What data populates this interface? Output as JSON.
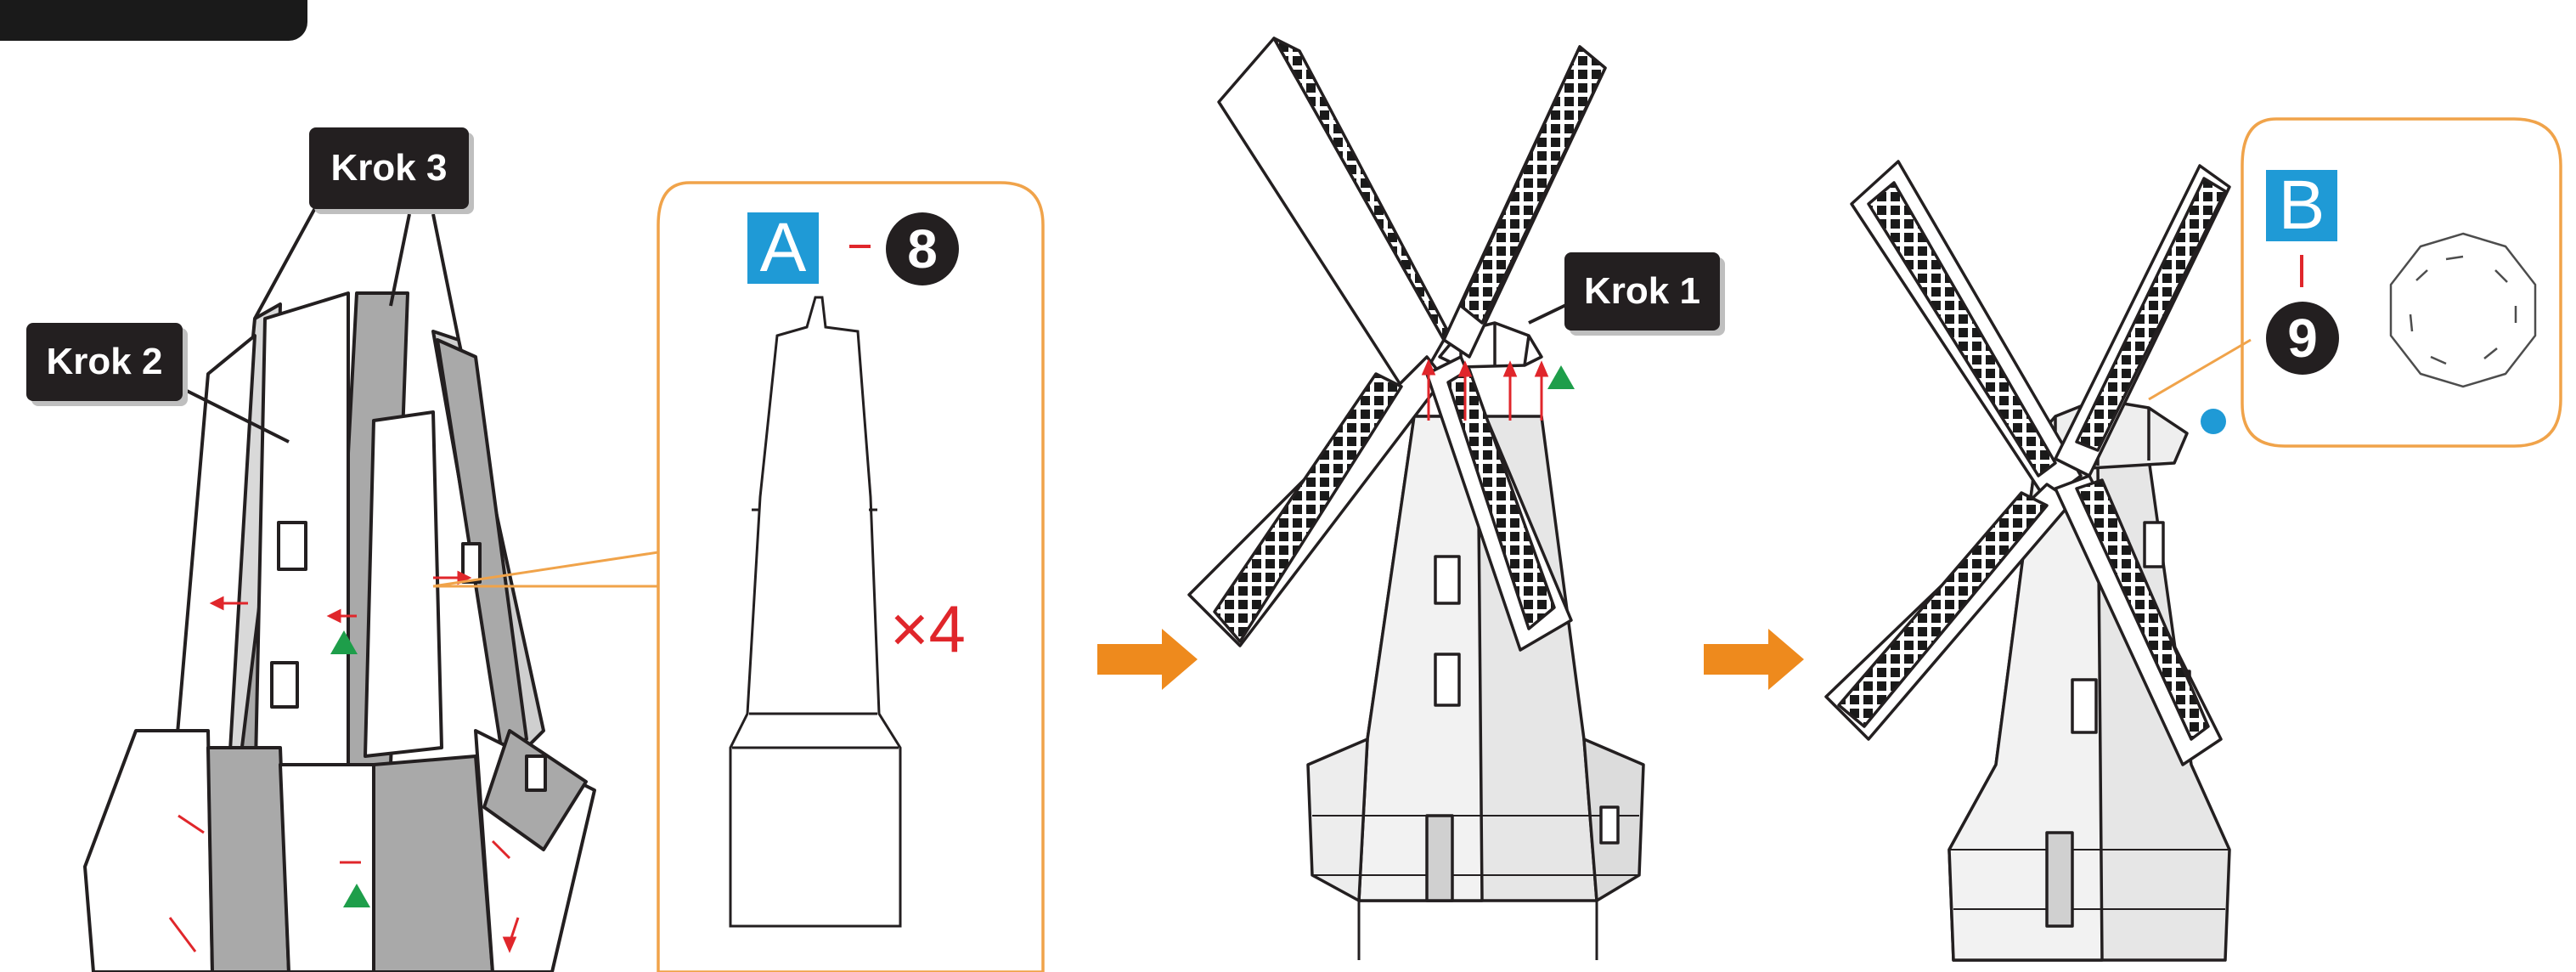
{
  "labels": {
    "step3": "Krok 3",
    "step2": "Krok 2",
    "step1": "Krok 1"
  },
  "callout_a": {
    "letter": "A",
    "number": "8",
    "quantity": "×4"
  },
  "callout_b": {
    "letter": "B",
    "number": "9"
  },
  "colors": {
    "label_bg": "#231f20",
    "letter_box": "#1f9ad6",
    "callout_border": "#f0a34a",
    "arrow_orange": "#ee8a1d",
    "mark_red": "#e0262b",
    "marker_green": "#1e9e4a",
    "marker_blue": "#1f9ad6",
    "panel_gray": "#a9a9a9"
  },
  "icons": [
    "triangle-marker-icon",
    "circle-marker-icon",
    "right-arrow-icon"
  ]
}
